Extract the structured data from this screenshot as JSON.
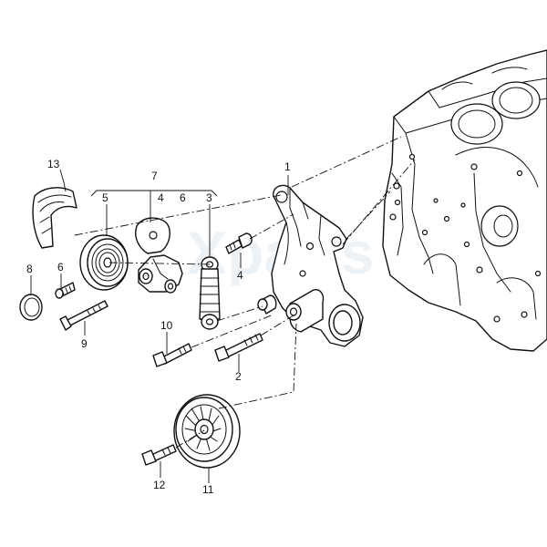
{
  "diagram": {
    "callouts": [
      {
        "id": "c1",
        "label": "1"
      },
      {
        "id": "c2",
        "label": "2"
      },
      {
        "id": "c3",
        "label": "3"
      },
      {
        "id": "c4a",
        "label": "4"
      },
      {
        "id": "c4b",
        "label": "4"
      },
      {
        "id": "c5",
        "label": "5"
      },
      {
        "id": "c6a",
        "label": "6"
      },
      {
        "id": "c6b",
        "label": "6"
      },
      {
        "id": "c7",
        "label": "7"
      },
      {
        "id": "c8",
        "label": "8"
      },
      {
        "id": "c9",
        "label": "9"
      },
      {
        "id": "c10",
        "label": "10"
      },
      {
        "id": "c11",
        "label": "11"
      },
      {
        "id": "c12",
        "label": "12"
      },
      {
        "id": "c13",
        "label": "13"
      }
    ],
    "watermark": "Xparts"
  }
}
